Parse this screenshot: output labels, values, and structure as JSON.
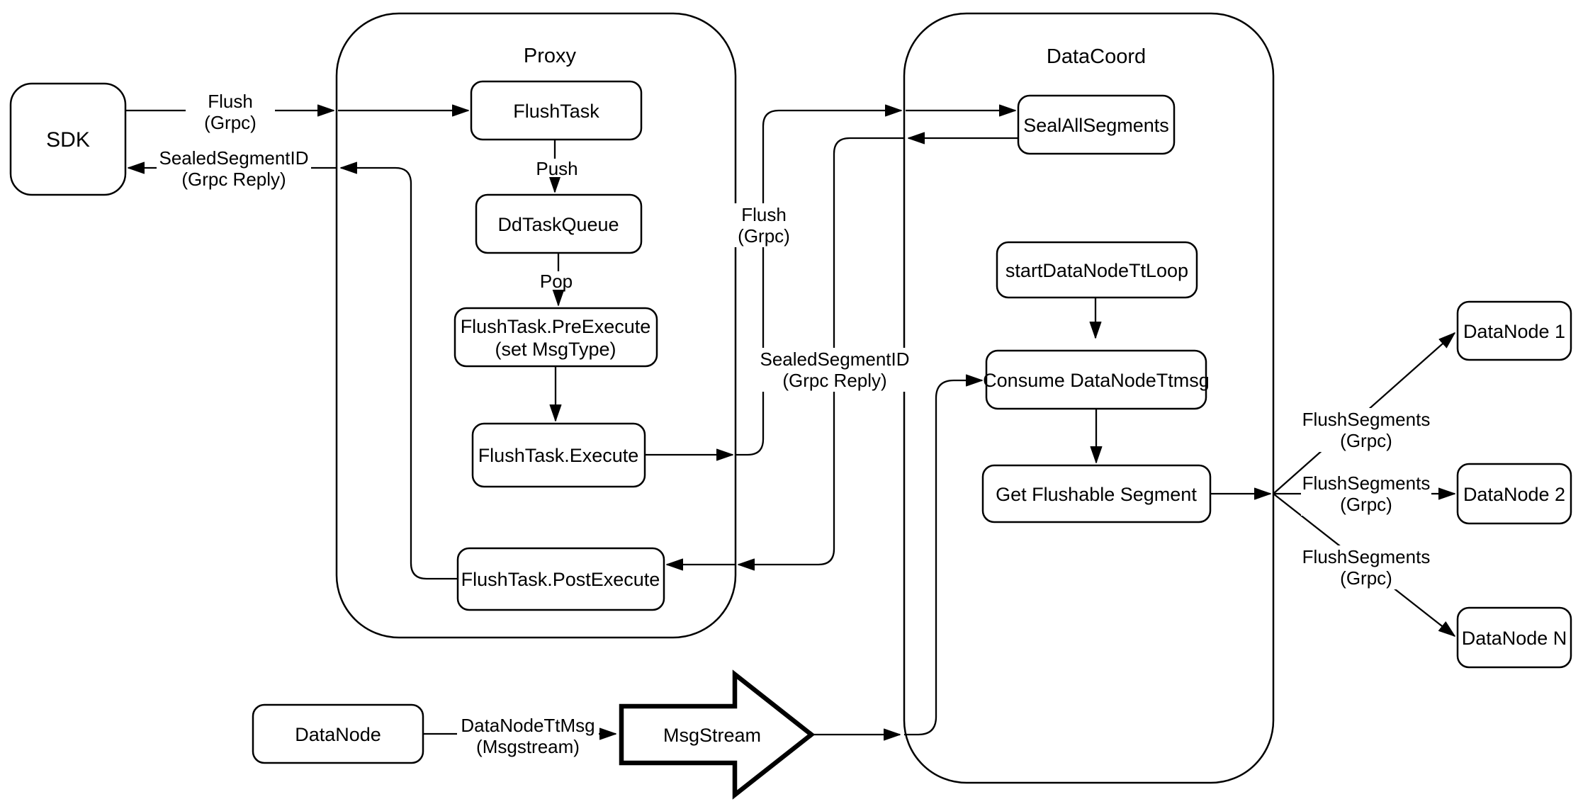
{
  "diagram": {
    "colors": {
      "stroke": "#000000",
      "fill": "#ffffff",
      "background": "#ffffff"
    },
    "containers": {
      "proxy": {
        "label": "Proxy"
      },
      "datacoord": {
        "label": "DataCoord"
      }
    },
    "nodes": {
      "sdk": {
        "label": "SDK"
      },
      "flush_task": {
        "label": "FlushTask"
      },
      "dd_task_queue": {
        "label": "DdTaskQueue"
      },
      "pre_execute": {
        "line1": "FlushTask.PreExecute",
        "line2": "(set MsgType)"
      },
      "execute": {
        "label": "FlushTask.Execute"
      },
      "post_execute": {
        "label": "FlushTask.PostExecute"
      },
      "seal_all_segments": {
        "label": "SealAllSegments"
      },
      "start_datanode_tt_loop": {
        "label": "startDataNodeTtLoop"
      },
      "consume_datanode_ttmsg": {
        "label": "Consume DataNodeTtmsg"
      },
      "get_flushable_segment": {
        "label": "Get Flushable Segment"
      },
      "datanode_1": {
        "label": "DataNode 1"
      },
      "datanode_2": {
        "label": "DataNode 2"
      },
      "datanode_n": {
        "label": "DataNode N"
      },
      "datanode": {
        "label": "DataNode"
      },
      "msgstream": {
        "label": "MsgStream"
      }
    },
    "edge_labels": {
      "flush_sdk": {
        "line1": "Flush",
        "line2": "(Grpc)"
      },
      "sealed_sdk": {
        "line1": "SealedSegmentID",
        "line2": "(Grpc Reply)"
      },
      "push": "Push",
      "pop": "Pop",
      "flush_mid": {
        "line1": "Flush",
        "line2": "(Grpc)"
      },
      "sealed_mid": {
        "line1": "SealedSegmentID",
        "line2": "(Grpc Reply)"
      },
      "flush_segments_1": {
        "line1": "FlushSegments",
        "line2": "(Grpc)"
      },
      "flush_segments_2": {
        "line1": "FlushSegments",
        "line2": "(Grpc)"
      },
      "flush_segments_3": {
        "line1": "FlushSegments",
        "line2": "(Grpc)"
      },
      "datanode_ttmsg": {
        "line1": "DataNodeTtMsg",
        "line2": "(Msgstream)"
      }
    }
  }
}
